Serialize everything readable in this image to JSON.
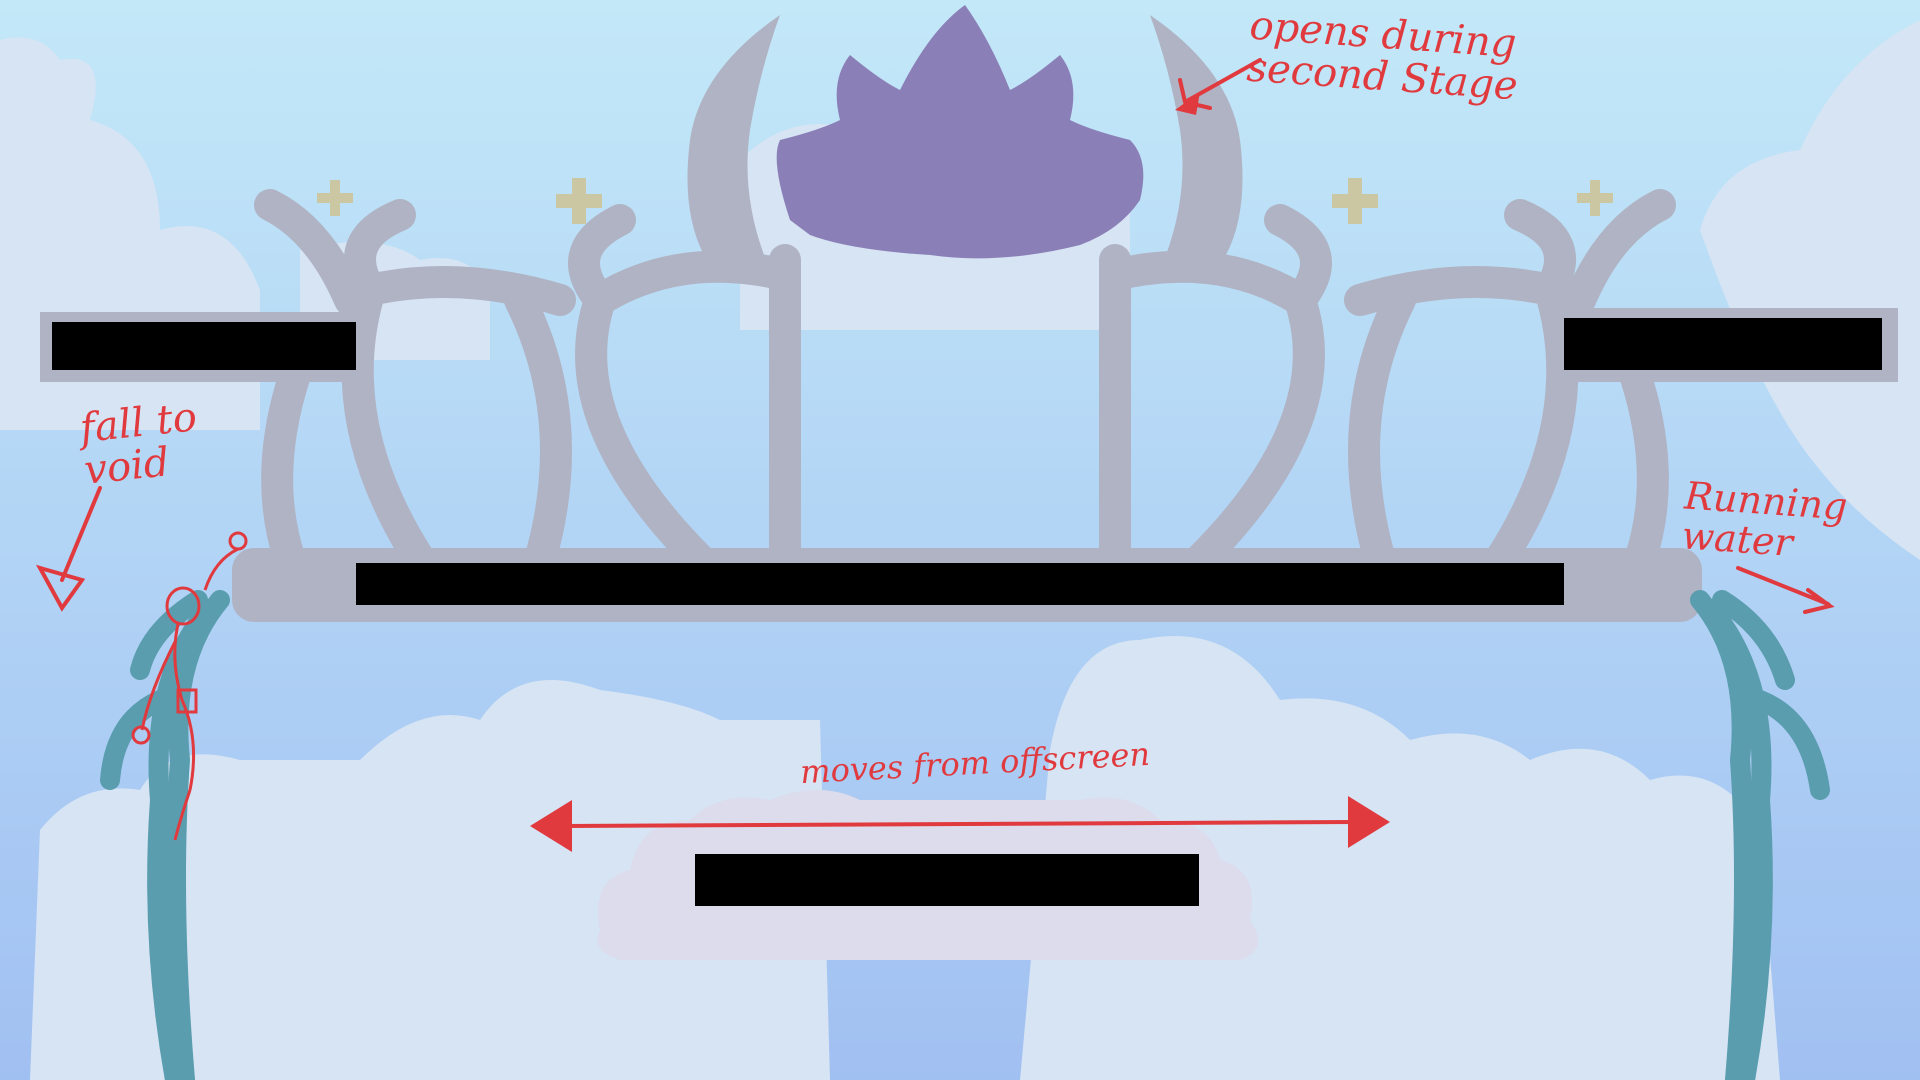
{
  "annotations": {
    "opens": "opens during\nsecond Stage",
    "fall": "fall to\nvoid",
    "water": "Running\nwater",
    "moves": "moves from offscreen"
  },
  "colors": {
    "sky_top": "#c3e8f8",
    "sky_bottom": "#a1c0f2",
    "cloud": "#d6e4f4",
    "structure": "#b0b3c4",
    "lotus": "#8b7fb7",
    "sparkle": "#ccc7a3",
    "water": "#5a9daf",
    "platform": "#000000",
    "ink": "#e03a3e",
    "moving_cloud": "#dcdcec"
  },
  "icons": {
    "lotus": "lotus-icon",
    "sparkle": "sparkle-icon",
    "arrow": "arrow-icon",
    "stick_figure": "stick-figure-icon"
  }
}
